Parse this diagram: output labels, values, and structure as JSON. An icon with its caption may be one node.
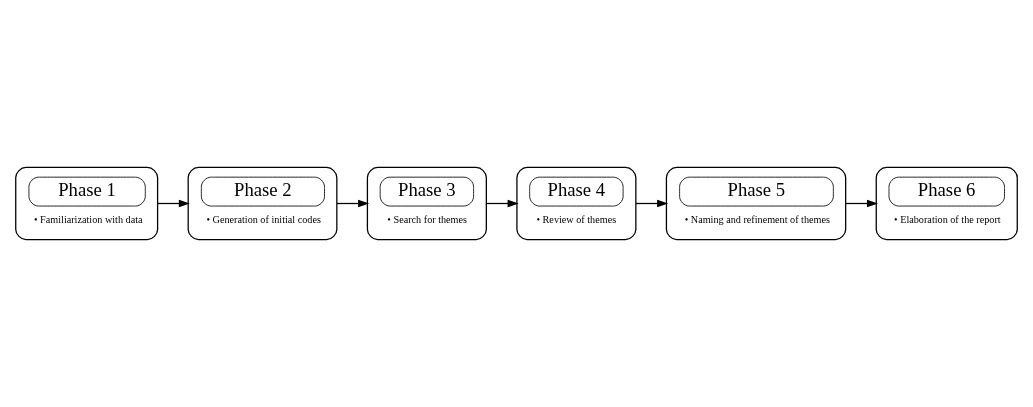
{
  "diagram": {
    "nodes": [
      {
        "text": [
          "Phase 1",
          "• Familiarization with data"
        ]
      },
      {
        "text": [
          "Phase 2",
          "• Generation of initial codes"
        ]
      },
      {
        "text": [
          "Phase 3",
          "• Search for themes"
        ]
      },
      {
        "text": [
          "Phase 4",
          "• Review of themes"
        ]
      },
      {
        "text": [
          "Phase 5",
          "• Naming and refinement of themes"
        ]
      },
      {
        "text": [
          "Phase 6",
          "• Elaboration of the report"
        ]
      }
    ],
    "edges": [
      {
        "from": 0,
        "to": 1,
        "arrow": "to"
      },
      {
        "from": 1,
        "to": 2,
        "arrow": "to"
      },
      {
        "from": 2,
        "to": 3,
        "arrow": "to"
      },
      {
        "from": 3,
        "to": 4,
        "arrow": "to"
      },
      {
        "from": 4,
        "to": 5,
        "arrow": "to"
      }
    ]
  }
}
